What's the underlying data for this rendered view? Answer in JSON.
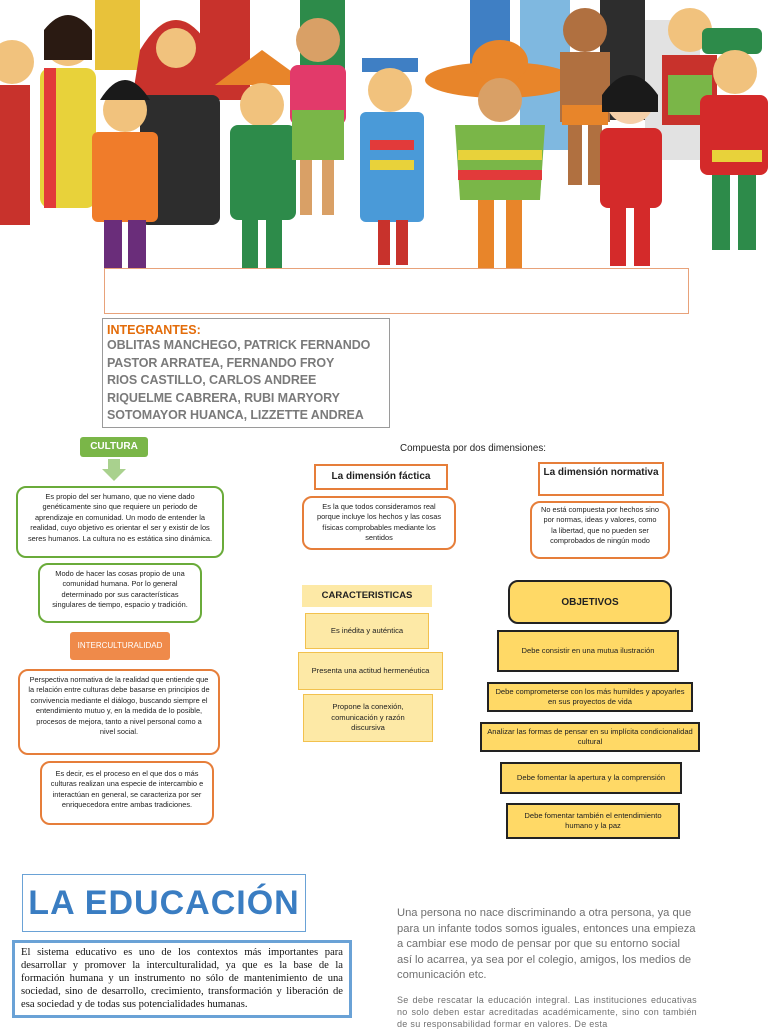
{
  "members": {
    "heading": "INTEGRANTES:",
    "names": [
      "OBLITAS MANCHEGO, PATRICK FERNANDO",
      "PASTOR ARRATEA, FERNANDO FROY",
      "RIOS CASTILLO, CARLOS ANDREE",
      "RIQUELME CABRERA, RUBI MARYORY",
      "SOTOMAYOR HUANCA, LIZZETTE ANDREA"
    ]
  },
  "cultura": {
    "label": "CULTURA",
    "def1": "Es propio del ser humano, que no viene dado genéticamente sino que requiere un periodo de aprendizaje en comunidad. Un modo de entender la realidad, cuyo objetivo es orientar el ser y existir de los seres humanos. La cultura no es estática sino dinámica.",
    "def2": "Modo de hacer las cosas propio de una comunidad humana. Por lo general determinado por sus características singulares de tiempo, espacio y tradición."
  },
  "interculturalidad": {
    "label": "INTERCULTURALIDAD",
    "def1": "Perspectiva normativa de la realidad que entiende que la relación entre culturas debe basarse en principios de convivencia mediante el diálogo, buscando siempre el entendimiento mutuo y, en la medida de lo posible, procesos de mejora, tanto a nivel personal como a nivel social.",
    "def2": "Es decir, es el proceso en el que dos o más culturas realizan una especie de intercambio e interactúan en general, se caracteriza por ser enriquecedora entre ambas tradiciones."
  },
  "dimensiones": {
    "intro": "Compuesta por dos dimensiones:",
    "factica": {
      "title": "La dimensión fáctica",
      "text": "Es la que todos consideramos real porque incluye los hechos y las cosas físicas comprobables mediante los sentidos"
    },
    "normativa": {
      "title": "La dimensión normativa",
      "text": "No está compuesta por hechos sino por normas, ideas y valores, como la libertad, que no pueden ser comprobados de ningún modo"
    }
  },
  "caracteristicas": {
    "title": "CARACTERISTICAS",
    "items": [
      "Es inédita y auténtica",
      "Presenta una actitud hermenéutica",
      "Propone la conexión, comunicación y razón discursiva"
    ]
  },
  "objetivos": {
    "title": "OBJETIVOS",
    "items": [
      "Debe consistir en una mutua ilustración",
      "Debe comprometerse con los más humildes y apoyarles en sus proyectos de vida",
      "Analizar las formas de pensar en su implícita condicionalidad cultural",
      "Debe fomentar la apertura y la comprensión",
      "Debe fomentar también el entendimiento humano y la paz"
    ]
  },
  "educacion": {
    "title": "LA EDUCACIÓN",
    "text": "El sistema educativo es uno de los contextos más importantes para desarrollar y promover la interculturalidad, ya que es la base de la formación humana y un instrumento no sólo de mantenimiento de una sociedad, sino de desarrollo, crecimiento, transformación y liberación de esa sociedad y de todas sus potencialidades humanas.",
    "side1": "Una persona no nace discriminando a otra persona, ya que para un infante todos somos iguales, entonces una empieza a cambiar ese modo de pensar por que su entorno social así lo acarrea, ya sea por el colegio, amigos, los medios de comunicación etc.",
    "side2": "Se debe rescatar la educación integral. Las instituciones educativas no solo deben estar acreditadas académicamente, sino con también de su responsabilidad formar en valores. De esta"
  },
  "colors": {
    "green": "#7ab648",
    "orange": "#e67e3a",
    "yellow": "#ffd966",
    "blue": "#3a7dc2"
  }
}
